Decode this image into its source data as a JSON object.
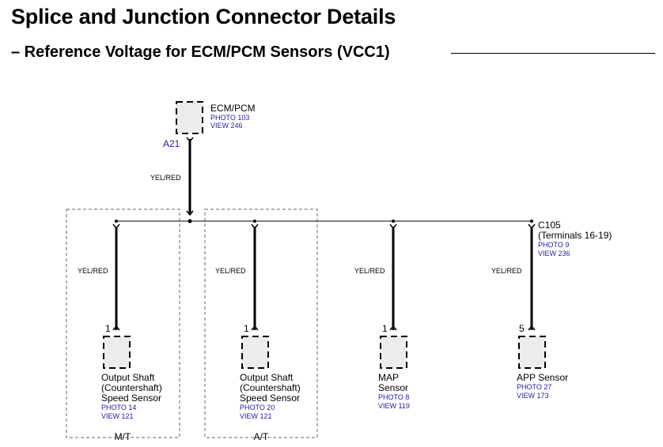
{
  "header": {
    "title": "Splice and Junction Connector Details",
    "subtitle": "– Reference Voltage for ECM/PCM Sensors (VCC1)"
  },
  "ecm": {
    "name": "ECM/PCM",
    "photo": "PHOTO 103",
    "view": "VIEW 246",
    "terminal": "A21",
    "wire": "YEL/RED"
  },
  "junction": {
    "name": "C105",
    "terminals": "(Terminals 16-19)",
    "photo": "PHOTO 9",
    "view": "VIEW 236"
  },
  "branches": [
    {
      "wire": "YEL/RED",
      "pin": "1",
      "line1": "Output Shaft",
      "line2": "(Countershaft)",
      "line3": "Speed Sensor",
      "photo": "PHOTO 14",
      "view": "VIEW 121"
    },
    {
      "wire": "YEL/RED",
      "pin": "1",
      "line1": "Output Shaft",
      "line2": "(Countershaft)",
      "line3": "Speed Sensor",
      "photo": "PHOTO 20",
      "view": "VIEW 121"
    },
    {
      "wire": "YEL/RED",
      "pin": "1",
      "line1": "MAP",
      "line2": "Sensor",
      "line3": "",
      "photo": "PHOTO 8",
      "view": "VIEW 119"
    },
    {
      "wire": "YEL/RED",
      "pin": "5",
      "line1": "APP Sensor",
      "line2": "",
      "line3": "",
      "photo": "PHOTO 27",
      "view": "VIEW 173"
    }
  ],
  "groups": {
    "mt": "M/T",
    "at": "A/T"
  },
  "colors": {
    "link": "#1a1aa8",
    "component_fill": "#ececec"
  }
}
